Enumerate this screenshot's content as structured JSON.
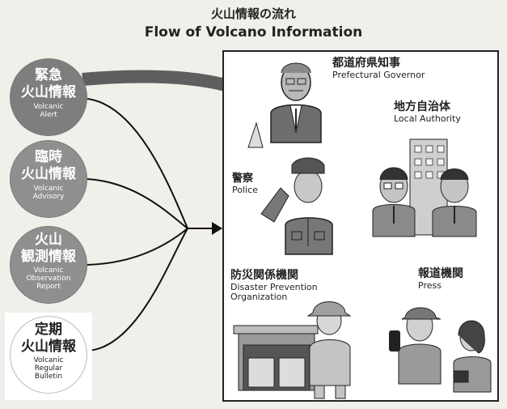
{
  "title": {
    "jp": "火山情報の流れ",
    "en": "Flow of Volcano Information"
  },
  "info_types": [
    {
      "jp_line1": "緊急",
      "jp_line2": "火山情報",
      "en": "Volcanic Alert"
    },
    {
      "jp_line1": "臨時",
      "jp_line2": "火山情報",
      "en": "Volcanic Advisory"
    },
    {
      "jp_line1": "火山",
      "jp_line2": "観測情報",
      "en": "Volcanic Observation Report"
    },
    {
      "jp_line1": "定期",
      "jp_line2": "火山情報",
      "en": "Volcanic Regular Bulletin"
    }
  ],
  "recipients": {
    "governor": {
      "jp": "都道府県知事",
      "en": "Prefectural Governor"
    },
    "local": {
      "jp": "地方自治体",
      "en": "Local Authority"
    },
    "police": {
      "jp": "警察",
      "en": "Police"
    },
    "disaster": {
      "jp": "防災関係機関",
      "en": "Disaster Prevention",
      "en2": "Organization"
    },
    "press": {
      "jp": "報道機関",
      "en": "Press"
    }
  }
}
